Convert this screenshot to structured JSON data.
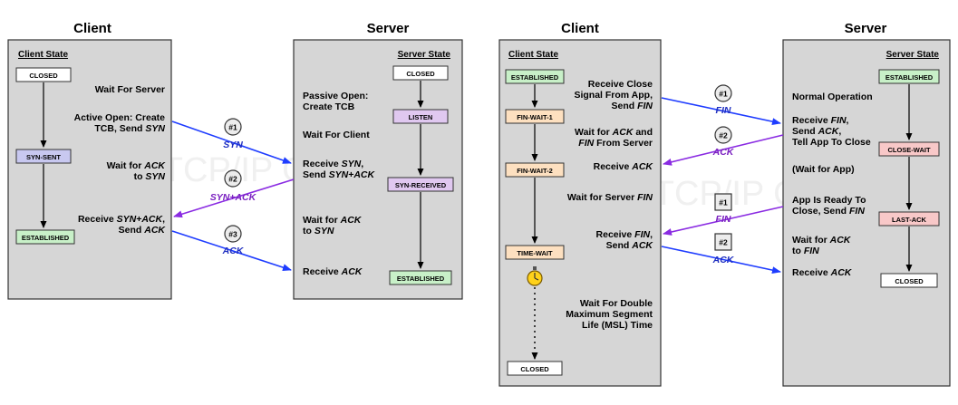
{
  "watermark": "The TCP/IP Guide",
  "colors": {
    "panel": "#d6d6d6",
    "panel_border": "#333333",
    "closed_box": "#ffffff",
    "established_box": "#c8f0c8",
    "synsent_box": "#c8c8f0",
    "listen_box": "#e0c8f0",
    "finwait_box": "#fde0c0",
    "closewait_box": "#f8c8c8",
    "arrow_blue": "#1e3cff",
    "arrow_purple": "#8a2be2",
    "label_blue": "#2030c0",
    "label_purple": "#7a20c0"
  },
  "connect": {
    "client_header": "Client",
    "server_header": "Server",
    "client_state_title": "Client State",
    "server_state_title": "Server State",
    "client_states": [
      "CLOSED",
      "SYN-SENT",
      "ESTABLISHED"
    ],
    "server_states": [
      "CLOSED",
      "LISTEN",
      "SYN-RECEIVED",
      "ESTABLISHED"
    ],
    "client_labels": [
      [
        "Wait For Server"
      ],
      [
        "Active Open: Create",
        "TCB, Send *SYN*"
      ],
      [
        "Wait for *ACK*",
        "to *SYN*"
      ],
      [
        "Receive *SYN+ACK*,",
        "Send *ACK*"
      ]
    ],
    "server_labels": [
      [
        "Passive Open:",
        "Create TCB"
      ],
      [
        "Wait For Client"
      ],
      [
        "Receive *SYN*,",
        "Send *SYN+ACK*"
      ],
      [
        "Wait for *ACK*",
        "to *SYN*"
      ],
      [
        "Receive *ACK*"
      ]
    ],
    "messages": [
      {
        "num": "#1",
        "label": "SYN"
      },
      {
        "num": "#2",
        "label": "SYN+ACK"
      },
      {
        "num": "#3",
        "label": "ACK"
      }
    ]
  },
  "close": {
    "client_header": "Client",
    "server_header": "Server",
    "client_state_title": "Client State",
    "server_state_title": "Server State",
    "client_states": [
      "ESTABLISHED",
      "FIN-WAIT-1",
      "FIN-WAIT-2",
      "TIME-WAIT",
      "CLOSED"
    ],
    "server_states": [
      "ESTABLISHED",
      "CLOSE-WAIT",
      "LAST-ACK",
      "CLOSED"
    ],
    "client_labels": [
      [
        "Receive Close",
        "Signal From App,",
        "Send *FIN*"
      ],
      [
        "Wait for *ACK* and",
        "*FIN* From Server"
      ],
      [
        "Receive *ACK*"
      ],
      [
        "Wait for Server *FIN*"
      ],
      [
        "Receive *FIN*,",
        "Send *ACK*"
      ],
      [
        "Wait For Double",
        "Maximum Segment",
        "Life (MSL) Time"
      ]
    ],
    "server_labels": [
      [
        "Normal Operation"
      ],
      [
        "Receive *FIN*,",
        "Send *ACK*,",
        "Tell App To Close"
      ],
      [
        "(Wait for App)"
      ],
      [
        "App Is Ready To",
        "Close, Send *FIN*"
      ],
      [
        "Wait for *ACK*",
        "to *FIN*"
      ],
      [
        "Receive *ACK*"
      ]
    ],
    "messages": [
      {
        "num": "#1",
        "label": "FIN"
      },
      {
        "num": "#2",
        "label": "ACK"
      },
      {
        "num": "#1",
        "label": "FIN"
      },
      {
        "num": "#2",
        "label": "ACK"
      }
    ]
  }
}
